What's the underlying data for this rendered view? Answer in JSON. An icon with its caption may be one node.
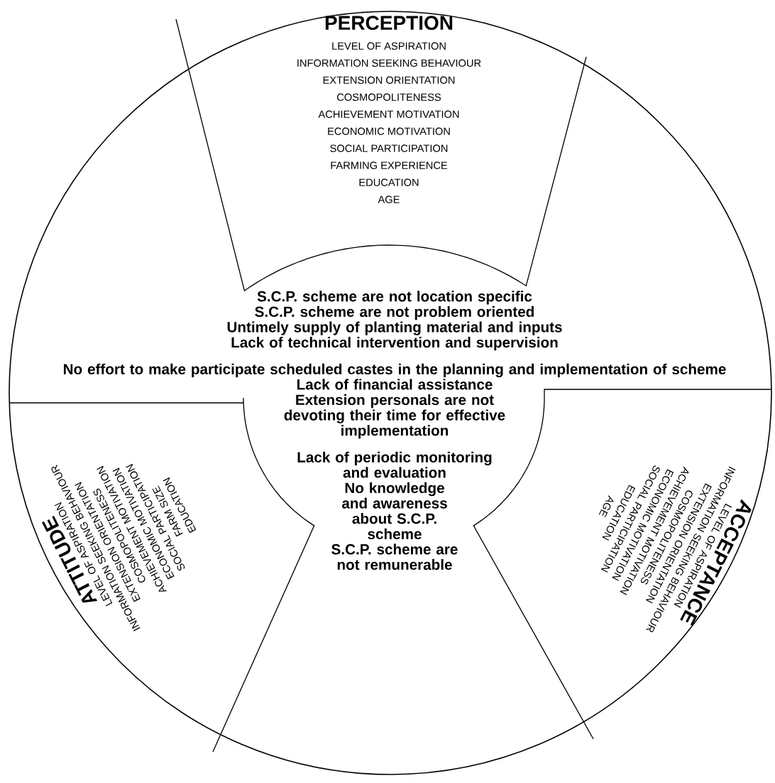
{
  "diagram": {
    "nodes": [
      {
        "text": [
          "S.C.P. scheme are not location specific",
          "S.C.P. scheme are not problem oriented",
          "Untimely supply of planting material and inputs",
          "Lack of technical intervention and supervision",
          "No effort to make participate scheduled castes in the planning and implementation of scheme",
          "Lack of financial assistance",
          "Extension personals are not devoting their time for effective implementation",
          "Lack of periodic monitoring and evaluation",
          "No knowledge and awareness about S.C.P. scheme",
          "S.C.P. scheme are not remunerable"
        ]
      },
      {
        "text": [
          "PERCEPTION",
          "LEVEL OF ASPIRATION",
          "INFORMATION SEEKING BEHAVIOUR",
          "EXTENSION ORIENTATION",
          "COSMOPOLITENESS",
          "ACHIEVEMENT MOTIVATION",
          "ECONOMIC MOTIVATION",
          "SOCIAL PARTICIPATION",
          "FARMING EXPERIENCE",
          "EDUCATION",
          "AGE"
        ]
      },
      {
        "text": [
          "ATTITUDE",
          "LEVEL OF ASPIRATION",
          "INFORMATION SEEKING BEHAVIOUR",
          "EXTENSION ORIENTATION",
          "COSMOPOLITENESS",
          "ACHIEVEMENT MOTIVATION",
          "ECONOMIC MOTIVATION",
          "SOCIAL PARTICIPATION",
          "FARM SIZE",
          "EDUCATION"
        ]
      },
      {
        "text": [
          "ACCEPTANCE",
          "LEVEL OF ASPIRATION",
          "INFORMATION SEEKING BEHAVIOUR",
          "EXTENSION ORIENTATION",
          "COSMOPOLITENESS",
          "ACHIEVEMENT MOTIVATION",
          "ECONOMIC MOTIVATION",
          "SOCIAL PARTICIPATION",
          "EDUCATION",
          "AGE"
        ]
      }
    ]
  }
}
